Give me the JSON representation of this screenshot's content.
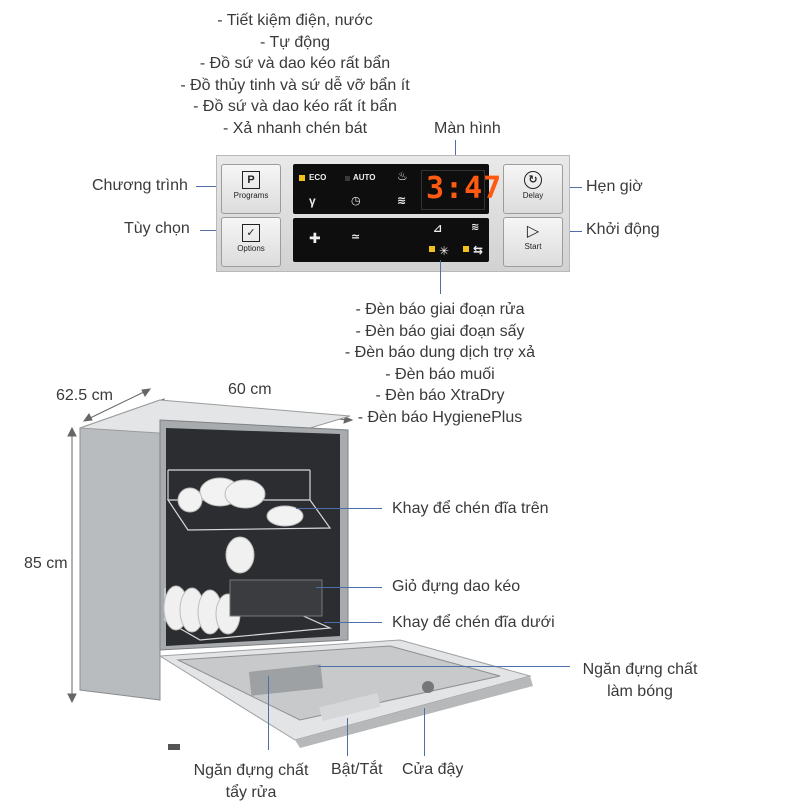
{
  "top_features": [
    "- Tiết kiệm điện, nước",
    "- Tự động",
    "- Đồ sứ và dao kéo rất bẩn",
    "- Đồ thủy tinh và sứ dễ vỡ bẩn ít",
    "- Đồ sứ và dao kéo rất ít bẩn",
    "- Xả nhanh chén bát"
  ],
  "display_label": "Màn hình",
  "left_labels": {
    "programs": "Chương trình",
    "options": "Tùy chọn"
  },
  "right_labels": {
    "delay": "Hẹn giờ",
    "start": "Khởi động"
  },
  "panel": {
    "programs_btn": "Programs",
    "programs_icon": "P",
    "options_btn": "Options",
    "delay_btn": "Delay",
    "start_btn": "Start",
    "eco": "ECO",
    "auto": "AUTO",
    "time": "3:47",
    "accent_color": "#ff5a12",
    "led_color": "#f3c21a"
  },
  "indicators": [
    "- Đèn báo giai đoạn rửa",
    "- Đèn báo giai đoạn sấy",
    "- Đèn báo dung dịch trợ xả",
    "- Đèn báo muối",
    "- Đèn báo XtraDry",
    "- Đèn báo HygienePlus"
  ],
  "dimensions": {
    "depth": "62.5 cm",
    "width": "60 cm",
    "height": "85 cm"
  },
  "parts": {
    "upper_rack": "Khay để chén đĩa trên",
    "cutlery_basket": "Giỏ đựng dao kéo",
    "lower_rack": "Khay để chén đĩa dưới",
    "rinse_aid": [
      "Ngăn đựng chất",
      "làm bóng"
    ],
    "detergent": [
      "Ngăn đựng chất",
      "tẩy rửa"
    ],
    "power": "Bật/Tắt",
    "door": "Cửa đậy"
  },
  "line_color": "#4d6ea8"
}
